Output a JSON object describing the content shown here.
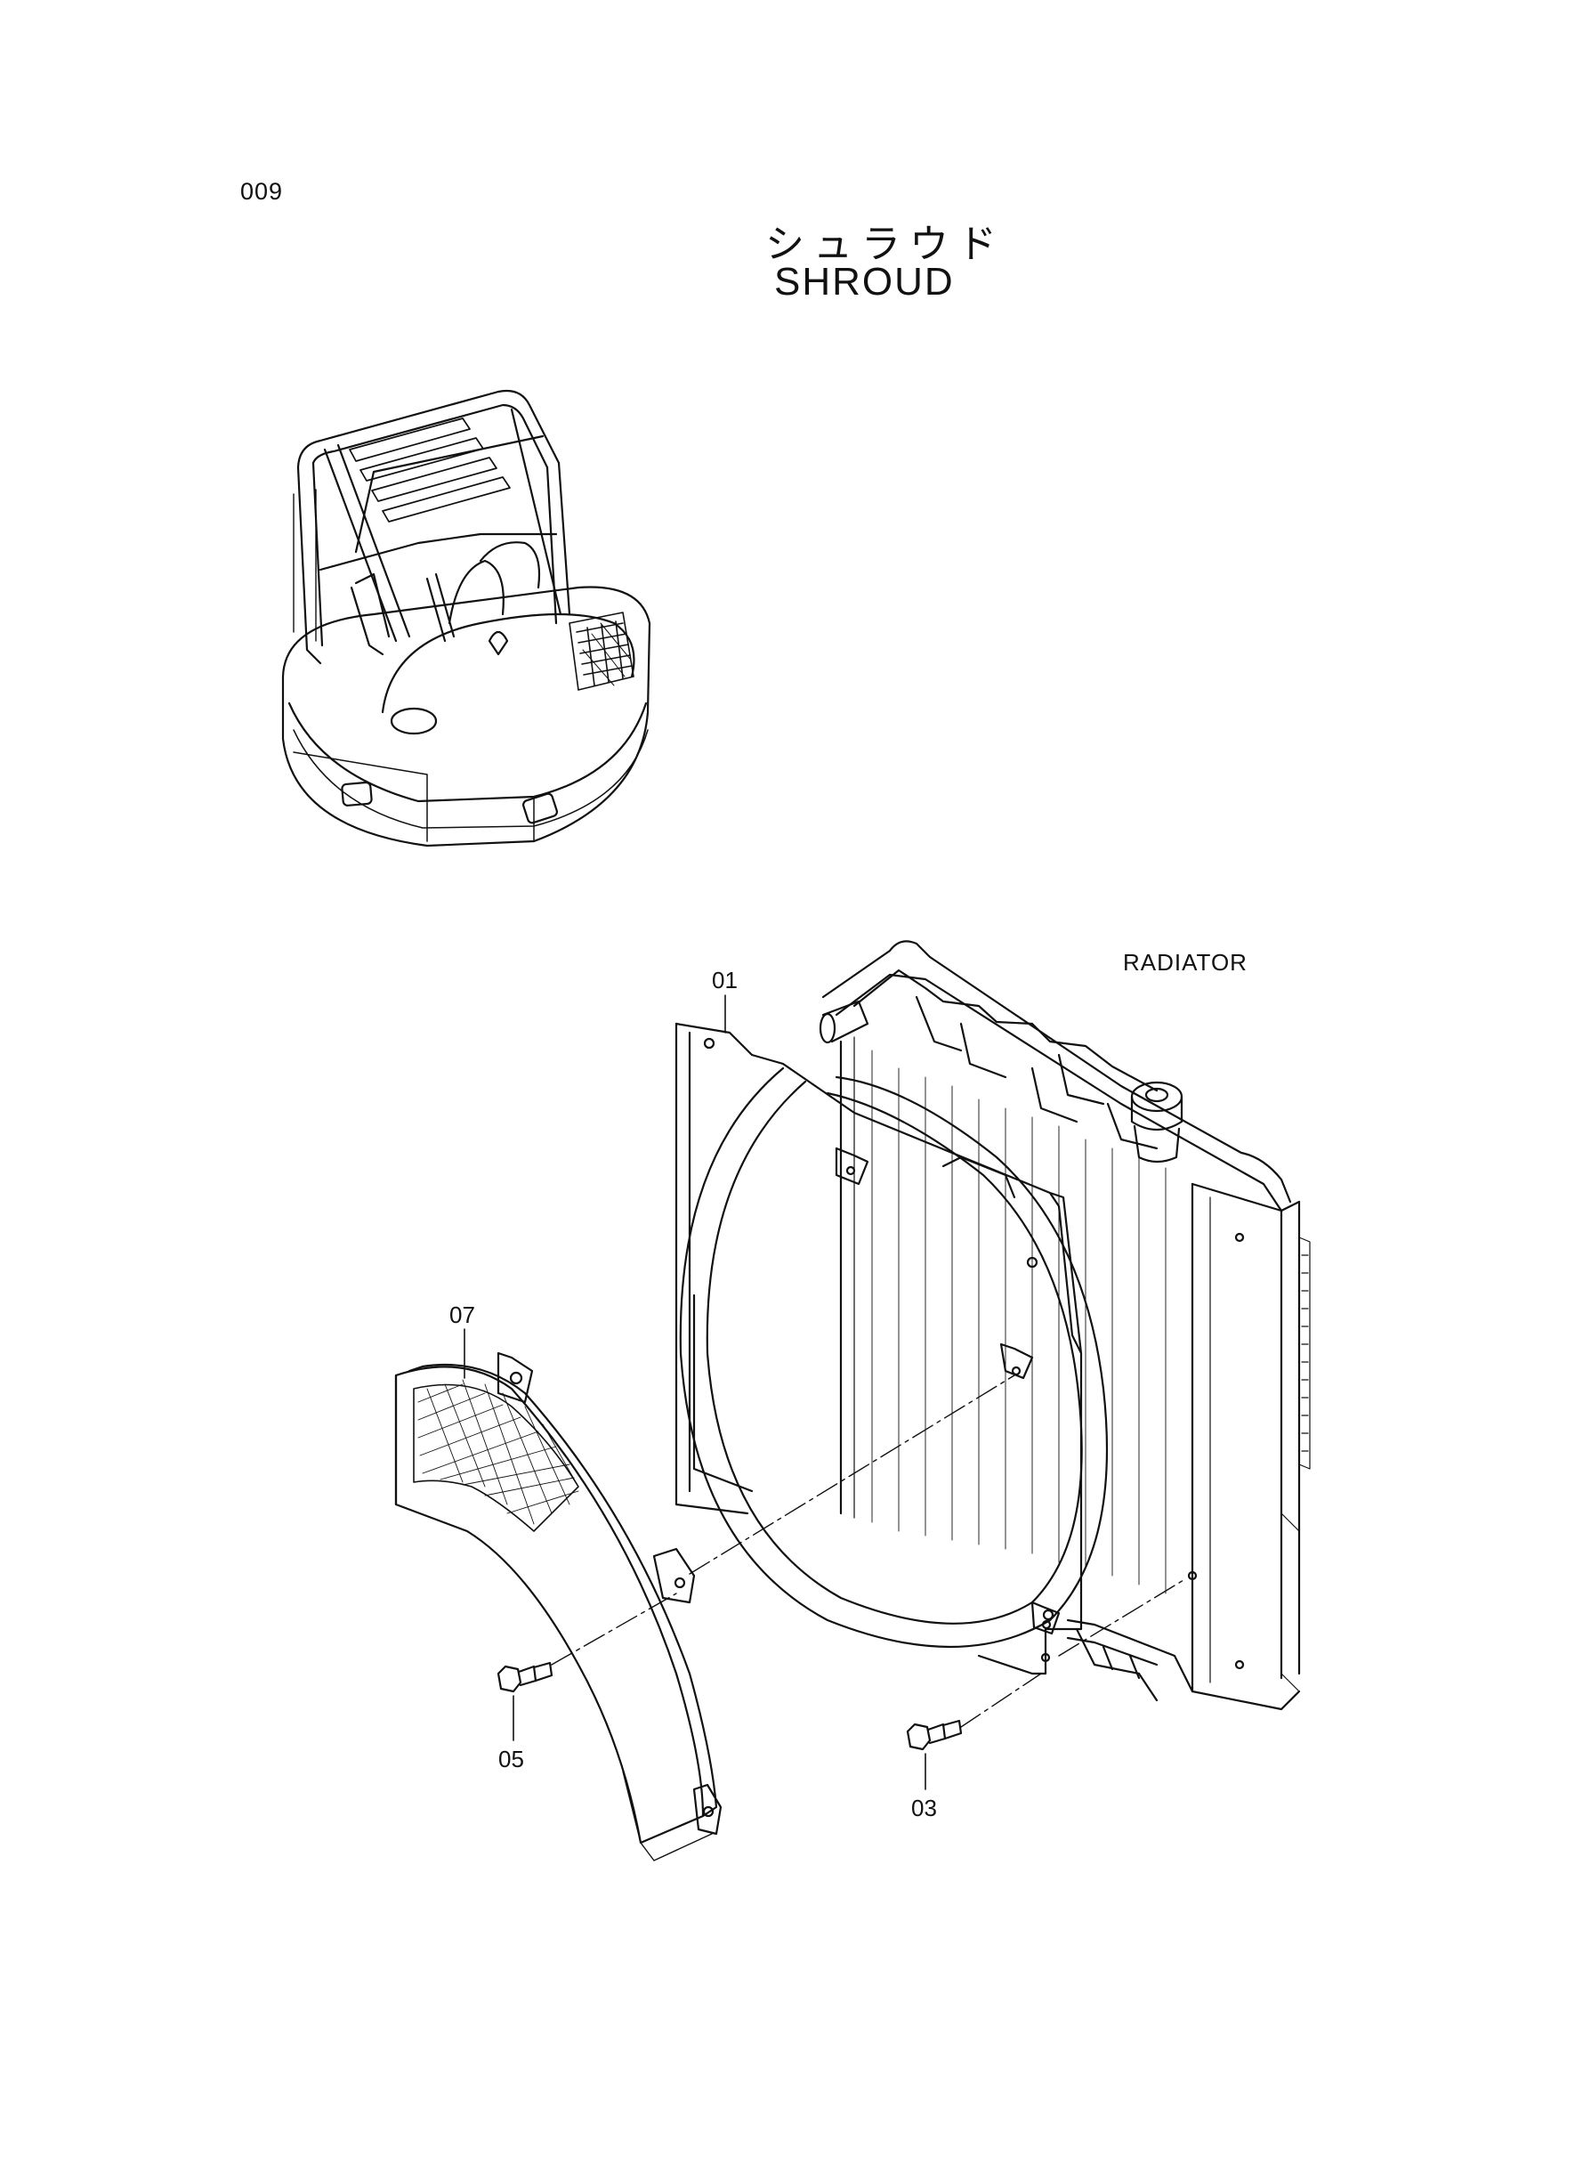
{
  "header": {
    "page_number": "009",
    "title_jp": "シュラウド",
    "title_en": "SHROUD"
  },
  "callouts": {
    "part_01": "01",
    "part_03": "03",
    "part_05": "05",
    "part_07": "07",
    "radiator_label": "RADIATOR"
  }
}
